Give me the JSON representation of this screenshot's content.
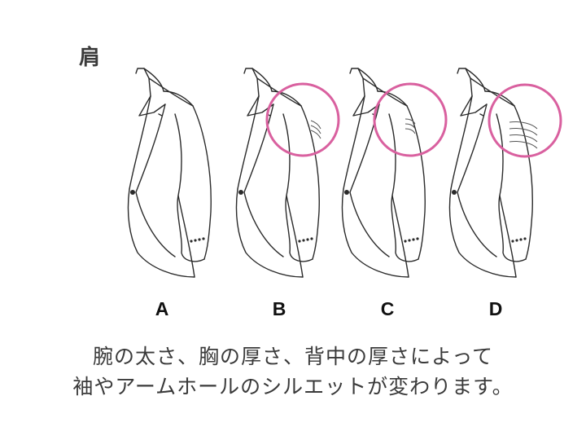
{
  "heading": "肩",
  "variants": [
    {
      "label": "A",
      "highlight": false
    },
    {
      "label": "B",
      "highlight": true
    },
    {
      "label": "C",
      "highlight": true
    },
    {
      "label": "D",
      "highlight": true
    }
  ],
  "caption": {
    "line1": "腕の太さ、胸の厚さ、背中の厚さによって",
    "line2": "袖やアームホールのシルエットが変わります。"
  },
  "colors": {
    "outline": "#2b2b2b",
    "highlight_circle": "#d9609f"
  }
}
